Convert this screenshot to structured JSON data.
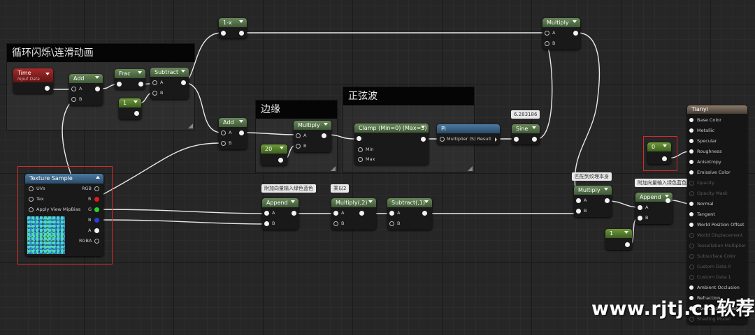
{
  "comments": {
    "loop": "循环闪烁\\连滑动画",
    "edge": "边缘",
    "sine": "正弦波"
  },
  "nodes": {
    "time": {
      "title": "Time",
      "sub": "Input Data"
    },
    "add1": {
      "title": "Add",
      "pins": [
        "A",
        "B"
      ]
    },
    "frac": {
      "title": "Frac"
    },
    "subtract1": {
      "title": "Subtract",
      "pins": [
        "A",
        "B"
      ]
    },
    "const1": {
      "value": "1"
    },
    "one_minus_x": {
      "title": "1-x"
    },
    "multiply_top": {
      "title": "Multiply",
      "pins": [
        "A",
        "B"
      ]
    },
    "add2": {
      "title": "Add",
      "pins": [
        "A",
        "B"
      ]
    },
    "multiply_edge": {
      "title": "Multiply",
      "pins": [
        "A",
        "B"
      ]
    },
    "const20": {
      "value": "20"
    },
    "clamp": {
      "title": "Clamp (Min=0) (Max=5)",
      "pins": [
        "Min",
        "Max"
      ]
    },
    "pi": {
      "title": "Pi",
      "pin": "Multiplier (S) Result"
    },
    "sine": {
      "title": "Sine",
      "bubble": "6.283186"
    },
    "texture_sample": {
      "title": "Texture Sample",
      "inputs": [
        "UVs",
        "Tex",
        "Apply View MipBias"
      ],
      "outputs": [
        "RGB",
        "R",
        "G",
        "B",
        "A",
        "RGBA"
      ]
    },
    "append1": {
      "title": "Append",
      "pins": [
        "A",
        "B"
      ],
      "bubble": "附加向量输入绿色蓝色"
    },
    "multiply2": {
      "title": "Multiply(,2)",
      "pins": [
        "A",
        "B"
      ],
      "bubble": "乘以2"
    },
    "subtract2": {
      "title": "Subtract(,1)",
      "pins": [
        "A",
        "B"
      ]
    },
    "multiply_right": {
      "title": "Multiply",
      "pins": [
        "A",
        "B"
      ],
      "bubble": "匹配到纹理本身"
    },
    "append2": {
      "title": "Append",
      "pins": [
        "A",
        "B"
      ],
      "bubble": "附加向量输入绿色蓝色"
    },
    "const_one_b": {
      "value": "1"
    },
    "const_zero": {
      "value": "0"
    }
  },
  "material": {
    "title": "Tianyi",
    "pins": [
      {
        "label": "Base Color",
        "active": true
      },
      {
        "label": "Metallic",
        "active": true
      },
      {
        "label": "Specular",
        "active": true
      },
      {
        "label": "Roughness",
        "active": true
      },
      {
        "label": "Anisotropy",
        "active": true
      },
      {
        "label": "Emissive Color",
        "active": true
      },
      {
        "label": "Opacity",
        "active": false
      },
      {
        "label": "Opacity Mask",
        "active": false
      },
      {
        "label": "Normal",
        "active": true
      },
      {
        "label": "Tangent",
        "active": true
      },
      {
        "label": "World Position Offset",
        "active": true
      },
      {
        "label": "World Displacement",
        "active": false
      },
      {
        "label": "Tessellation Multiplier",
        "active": false
      },
      {
        "label": "Subsurface Color",
        "active": false
      },
      {
        "label": "Custom Data 0",
        "active": false
      },
      {
        "label": "Custom Data 1",
        "active": false
      },
      {
        "label": "Ambient Occlusion",
        "active": true
      },
      {
        "label": "Refraction",
        "active": true
      },
      {
        "label": "Pixel Depth Offset",
        "active": true
      },
      {
        "label": "Shading Model",
        "active": false
      }
    ]
  },
  "watermark": "www.rjtj.cn软荐网",
  "colors": {
    "wire": "#e8e8e8",
    "highlight_box": "#d42a2a",
    "comment_title_bg": "#050505"
  }
}
